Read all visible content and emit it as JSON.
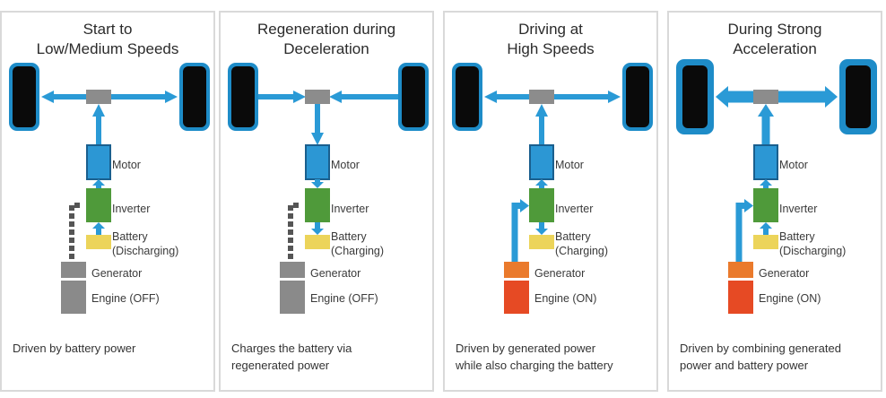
{
  "colors": {
    "flow_blue": "#2a9ad6",
    "wheel_fill": "#0a0a0a",
    "wheel_rim": "#1e8cc8",
    "hub": "#8c8c8c",
    "motor": "#2c97d4",
    "motor_border": "#1a5f8e",
    "inverter": "#4f9a3a",
    "battery": "#ecd45a",
    "off_component": "#8a8a8a",
    "generator_on": "#ea7a2c",
    "engine_on": "#e64a24",
    "dotted_link": "#555555"
  },
  "panels": [
    {
      "title": [
        "Start to",
        "Low/Medium Speeds"
      ],
      "labels": {
        "motor": "Motor",
        "inverter": "Inverter",
        "battery": [
          "Battery",
          "(Discharging)"
        ],
        "generator": "Generator",
        "engine": "Engine (OFF)"
      },
      "caption": [
        "Driven by battery power"
      ],
      "flow": {
        "axle_direction": "outward",
        "motor_to_hub": "up",
        "inverter_to_motor": "up",
        "battery_to_inverter": "up",
        "engine_on": false,
        "generator_link": "dotted",
        "strength": "normal"
      }
    },
    {
      "title": [
        "Regeneration during",
        "Deceleration"
      ],
      "labels": {
        "motor": "Motor",
        "inverter": "Inverter",
        "battery": [
          "Battery",
          "(Charging)"
        ],
        "generator": "Generator",
        "engine": "Engine (OFF)"
      },
      "caption": [
        "Charges the battery via",
        "regenerated power"
      ],
      "flow": {
        "axle_direction": "inward",
        "motor_to_hub": "down",
        "inverter_to_motor": "down",
        "battery_to_inverter": "down",
        "engine_on": false,
        "generator_link": "dotted",
        "strength": "normal"
      }
    },
    {
      "title": [
        "Driving at",
        "High Speeds"
      ],
      "labels": {
        "motor": "Motor",
        "inverter": "Inverter",
        "battery": [
          "Battery",
          "(Charging)"
        ],
        "generator": "Generator",
        "engine": "Engine (ON)"
      },
      "caption": [
        "Driven by generated power",
        "while also charging the battery"
      ],
      "flow": {
        "axle_direction": "outward",
        "motor_to_hub": "up",
        "inverter_to_motor": "up",
        "battery_to_inverter": "down",
        "engine_on": true,
        "generator_link": "active",
        "strength": "normal"
      }
    },
    {
      "title": [
        "During Strong",
        "Acceleration"
      ],
      "labels": {
        "motor": "Motor",
        "inverter": "Inverter",
        "battery": [
          "Battery",
          "(Discharging)"
        ],
        "generator": "Generator",
        "engine": "Engine (ON)"
      },
      "caption": [
        "Driven by combining generated",
        "power and battery power"
      ],
      "flow": {
        "axle_direction": "outward",
        "motor_to_hub": "up",
        "inverter_to_motor": "up",
        "battery_to_inverter": "up",
        "engine_on": true,
        "generator_link": "active",
        "strength": "strong"
      }
    }
  ]
}
